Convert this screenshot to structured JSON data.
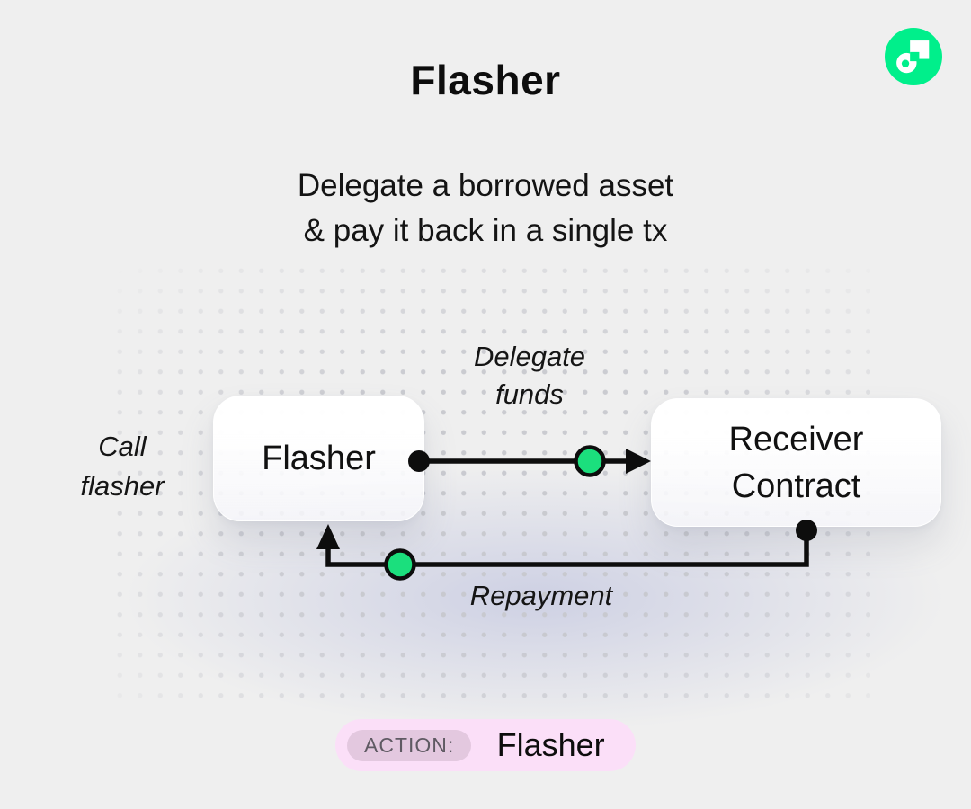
{
  "header": {
    "title": "Flasher",
    "subtitle_line1": "Delegate a borrowed asset",
    "subtitle_line2": "& pay it back in a single tx"
  },
  "logo": {
    "name": "Flow",
    "brand_color": "#00EF8B"
  },
  "diagram": {
    "nodes": [
      {
        "id": "flasher",
        "label": "Flasher"
      },
      {
        "id": "receiver-contract",
        "label_line1": "Receiver",
        "label_line2": "Contract"
      }
    ],
    "edges": [
      {
        "id": "delegate-funds",
        "label_line1": "Delegate",
        "label_line2": "funds",
        "direction": "flasher to receiver-contract"
      },
      {
        "id": "repayment",
        "label": "Repayment",
        "direction": "receiver-contract to flasher"
      }
    ],
    "annotation": {
      "line1": "Call",
      "line2": "flasher"
    },
    "token_color": "#1BDF7D",
    "wire_color": "#0D0D0D"
  },
  "footer": {
    "action_label": "ACTION:",
    "action_value": "Flasher",
    "badge_bg": "#FBDFF8",
    "chip_bg": "#E3C8DF"
  }
}
